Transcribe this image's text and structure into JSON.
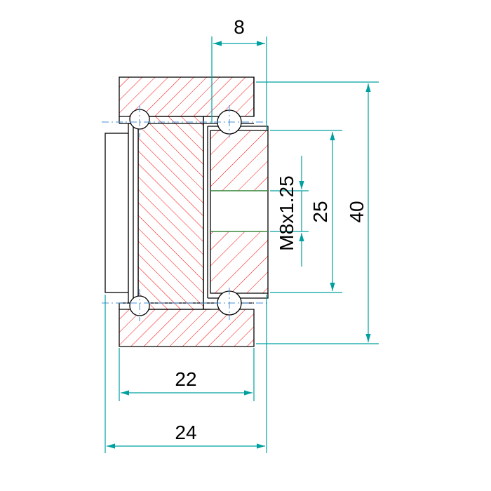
{
  "colors": {
    "outline": "#000000",
    "hatch": "#ff0000",
    "dimension": "#00a0a0",
    "centerline": "#4a90d9",
    "thread": "#4caf50"
  },
  "dimensions": {
    "top_width": "8",
    "outer_diameter": "40",
    "inner_diameter": "25",
    "thread": "M8x1.25",
    "inner_width": "22",
    "total_width": "24"
  }
}
